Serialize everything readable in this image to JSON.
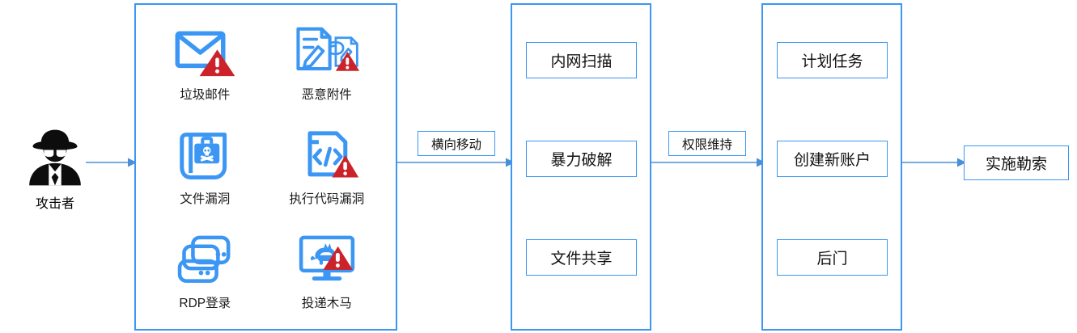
{
  "diagram": {
    "title": "ransomware-attack-chain",
    "accent_color": "#3b97f3",
    "warning_color": "#cc2229",
    "text_color": "#111111"
  },
  "attacker": {
    "label": "攻击者",
    "icon": "hacker-silhouette-icon"
  },
  "stages": [
    {
      "id": "initial-access",
      "items": [
        {
          "label": "垃圾邮件",
          "icon": "envelope-warning-icon"
        },
        {
          "label": "恶意附件",
          "icon": "document-attachment-warning-icon"
        },
        {
          "label": "文件漏洞",
          "icon": "file-skull-briefcase-icon"
        },
        {
          "label": "执行代码漏洞",
          "icon": "code-document-warning-icon"
        },
        {
          "label": "RDP登录",
          "icon": "server-stack-icon"
        },
        {
          "label": "投递木马",
          "icon": "monitor-trojan-warning-icon"
        }
      ]
    },
    {
      "id": "lateral-movement",
      "items": [
        {
          "label": "内网扫描"
        },
        {
          "label": "暴力破解"
        },
        {
          "label": "文件共享"
        }
      ]
    },
    {
      "id": "persistence",
      "items": [
        {
          "label": "计划任务"
        },
        {
          "label": "创建新账户"
        },
        {
          "label": "后门"
        }
      ]
    }
  ],
  "edges": [
    {
      "id": "lateral",
      "label": "横向移动"
    },
    {
      "id": "persistence",
      "label": "权限维持"
    }
  ],
  "final": {
    "label": "实施勒索"
  }
}
